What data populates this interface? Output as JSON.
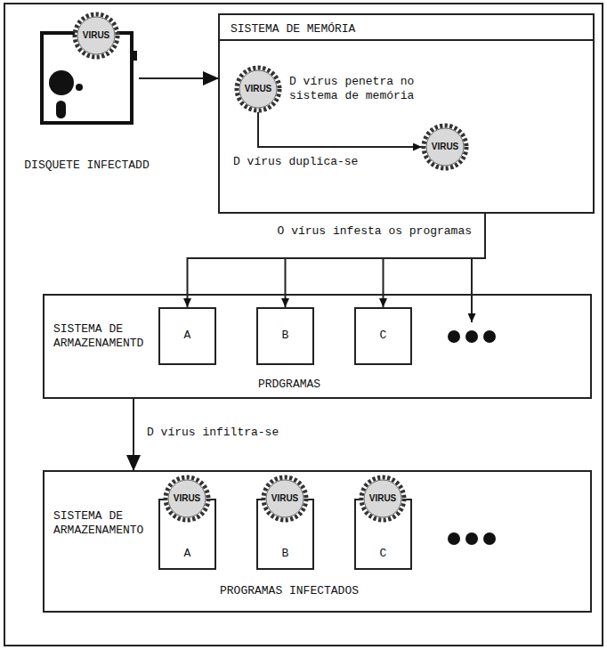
{
  "diagram": {
    "nodes": [
      {
        "text": [
          "DISQUETE INFECTADD"
        ]
      },
      {
        "text": [
          "VIRUS"
        ],
        "in": 0
      },
      {
        "text": [
          "SISTEMA DE MEMÓRIA"
        ]
      },
      {
        "text": [
          "VIRUS"
        ],
        "in": 2
      },
      {
        "text": [
          "VIRUS"
        ],
        "in": 2
      },
      {
        "text": [
          "SISTEMA DE ARMAZENAMENTD",
          "PRDGRAMAS"
        ]
      },
      {
        "text": [
          "A"
        ],
        "in": 5
      },
      {
        "text": [
          "B"
        ],
        "in": 5
      },
      {
        "text": [
          "C"
        ],
        "in": 5
      },
      {
        "text": [
          "SISTEMA DE ARMAZENAMENTO",
          "PROGRAMAS INFECTADOS"
        ]
      },
      {
        "text": [
          "A"
        ],
        "in": 9
      },
      {
        "text": [
          "VIRUS"
        ],
        "in": 9
      },
      {
        "text": [
          "B"
        ],
        "in": 9
      },
      {
        "text": [
          "VIRUS"
        ],
        "in": 9
      },
      {
        "text": [
          "C"
        ],
        "in": 9
      },
      {
        "text": [
          "VIRUS"
        ],
        "in": 9
      }
    ],
    "edges": [
      {
        "from": 0,
        "to": 2,
        "arrow": "to"
      },
      {
        "from": 3,
        "to": 4,
        "arrow": "to"
      },
      {
        "from": 2,
        "to": 6,
        "arrow": "to",
        "label": "O vírus infesta os programas"
      },
      {
        "from": 2,
        "to": 7,
        "arrow": "to"
      },
      {
        "from": 2,
        "to": 8,
        "arrow": "to"
      },
      {
        "from": 5,
        "to": 9,
        "arrow": "to",
        "label": "D vírus infiltra-se"
      }
    ],
    "labels": [
      "D vírus penetra no sistema de memória",
      "D vírus duplica-se"
    ]
  }
}
